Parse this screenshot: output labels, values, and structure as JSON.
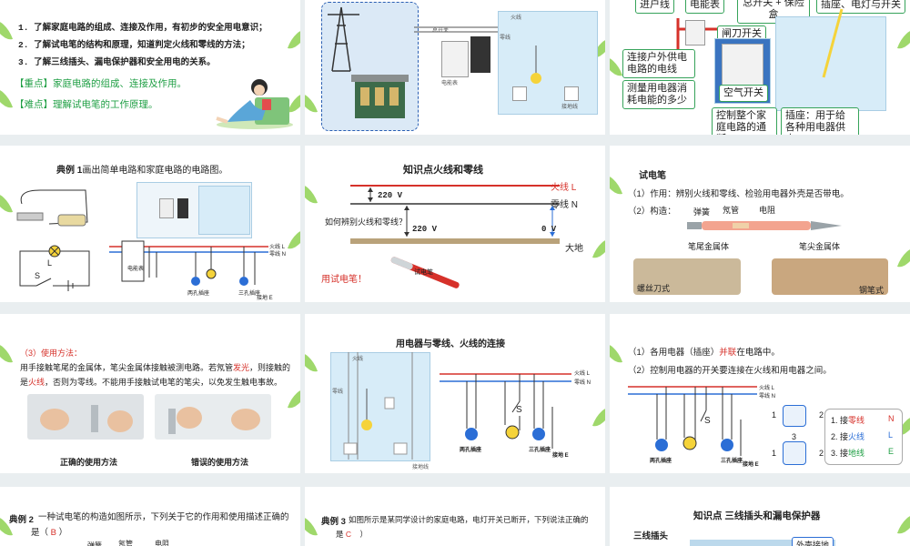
{
  "s1": {
    "goals": [
      "1. 了解家庭电路的组成、连接及作用，有初步的安全用电意识；",
      "2. 了解试电笔的结构和原理，知道判定火线和零线的方法；",
      "3. 了解三线插头、漏电保护器和安全用电的关系。"
    ],
    "key_tag": "【重点】",
    "key_text": "家庭电路的组成、连接及作用。",
    "diff_tag": "【难点】",
    "diff_text": "理解试电笔的工作原理。"
  },
  "s2": {
    "labels": [
      "总开关",
      "电能表",
      "火线",
      "零线",
      "接地线"
    ]
  },
  "s3": {
    "top": [
      "进户线",
      "电能表",
      "总开关 + 保险盒",
      "插座、电灯与开关"
    ],
    "knife": "闸刀开关",
    "air": "空气开关",
    "connect": "连接户外供电电路的电线",
    "meter": "测量用电器消耗电能的多少",
    "control": "控制整个家庭电路的通断",
    "socket": "插座：用于给各种用电器供电"
  },
  "s4": {
    "title_tag": "典例 1",
    "title": "画出简单电路和家庭电路的电路图。",
    "L": "L",
    "S": "S",
    "meter": "电能表",
    "sock2": "两孔插座",
    "sock3": "三孔插座",
    "fire": "火线 L",
    "zero": "零线 N",
    "ground": "接地 E"
  },
  "s5": {
    "title": "知识点火线和零线",
    "fire": "火线 L",
    "zero": "零线 N",
    "v220a": "220 V",
    "v220b": "220 V",
    "v0": "0 V",
    "earth": "大地",
    "question": "如何辨别火线和零线？",
    "answer": "用试电笔！",
    "pen": "试电笔"
  },
  "s6": {
    "title": "试电笔",
    "use": "（1）作用：辨别火线和零线、检验用电器外壳是否带电。",
    "struct": "（2）构造：",
    "spring": "弹簧",
    "neon": "氖管",
    "resistor": "电阻",
    "tail": "笔尾金属体",
    "tip": "笔尖金属体",
    "screw": "螺丝刀式",
    "pentype": "钢笔式"
  },
  "s7": {
    "head": "（3）使用方法：",
    "p1": "用手接触笔尾的金属体，笔尖金属体接触被测电路。若氖管",
    "glow": "发光",
    "p2": "，则接触的",
    "p3a": "是",
    "fire": "火线",
    "p3b": "，否则为零线。不能用手接触试电笔的笔尖，以免发生触电事故。",
    "right": "正确的使用方法",
    "wrong": "错误的使用方法"
  },
  "s8": {
    "title": "用电器与零线、火线的连接",
    "fire": "火线 L",
    "zero": "零线 N",
    "sock2": "两孔插座",
    "sock3": "三孔插座",
    "S": "S",
    "ground": "接地 E",
    "huo": "火线",
    "ling": "零线",
    "jiedi": "接地线"
  },
  "s9": {
    "l1a": "（1）各用电器（插座）",
    "l1b": "并联",
    "l1c": "在电路中。",
    "l2": "（2）控制用电器的开关要连接在火线和用电器之间。",
    "fire": "火线 L",
    "zero": "零线 N",
    "S": "S",
    "sock2": "两孔插座",
    "sock3": "三孔插座",
    "ground": "接地 E",
    "n1": "1",
    "n2": "2",
    "n3": "3",
    "list": [
      {
        "pre": "1. 接",
        "word": "零线",
        "code": "N"
      },
      {
        "pre": "2. 接",
        "word": "火线",
        "code": "L"
      },
      {
        "pre": "3. 接",
        "word": "地线",
        "code": "E"
      }
    ]
  },
  "s10": {
    "tag": "典例 2",
    "q": "一种试电笔的构造如图所示，下列关于它的作用和使用描述正确的",
    "q2": "是（",
    "ans": "B",
    "q3": "）",
    "spring": "弹簧",
    "neon": "氖管",
    "resistor": "电阻"
  },
  "s11": {
    "tag": "典例 3",
    "q": "如图所示是某同学设计的家庭电路，电灯开关已断开，下列说法正确的",
    "q2": "是",
    "ans": "C",
    "q3": "）"
  },
  "s12": {
    "title": "知识点 三线插头和漏电保护器",
    "sub": "三线插头",
    "shell": "外壳接地"
  }
}
